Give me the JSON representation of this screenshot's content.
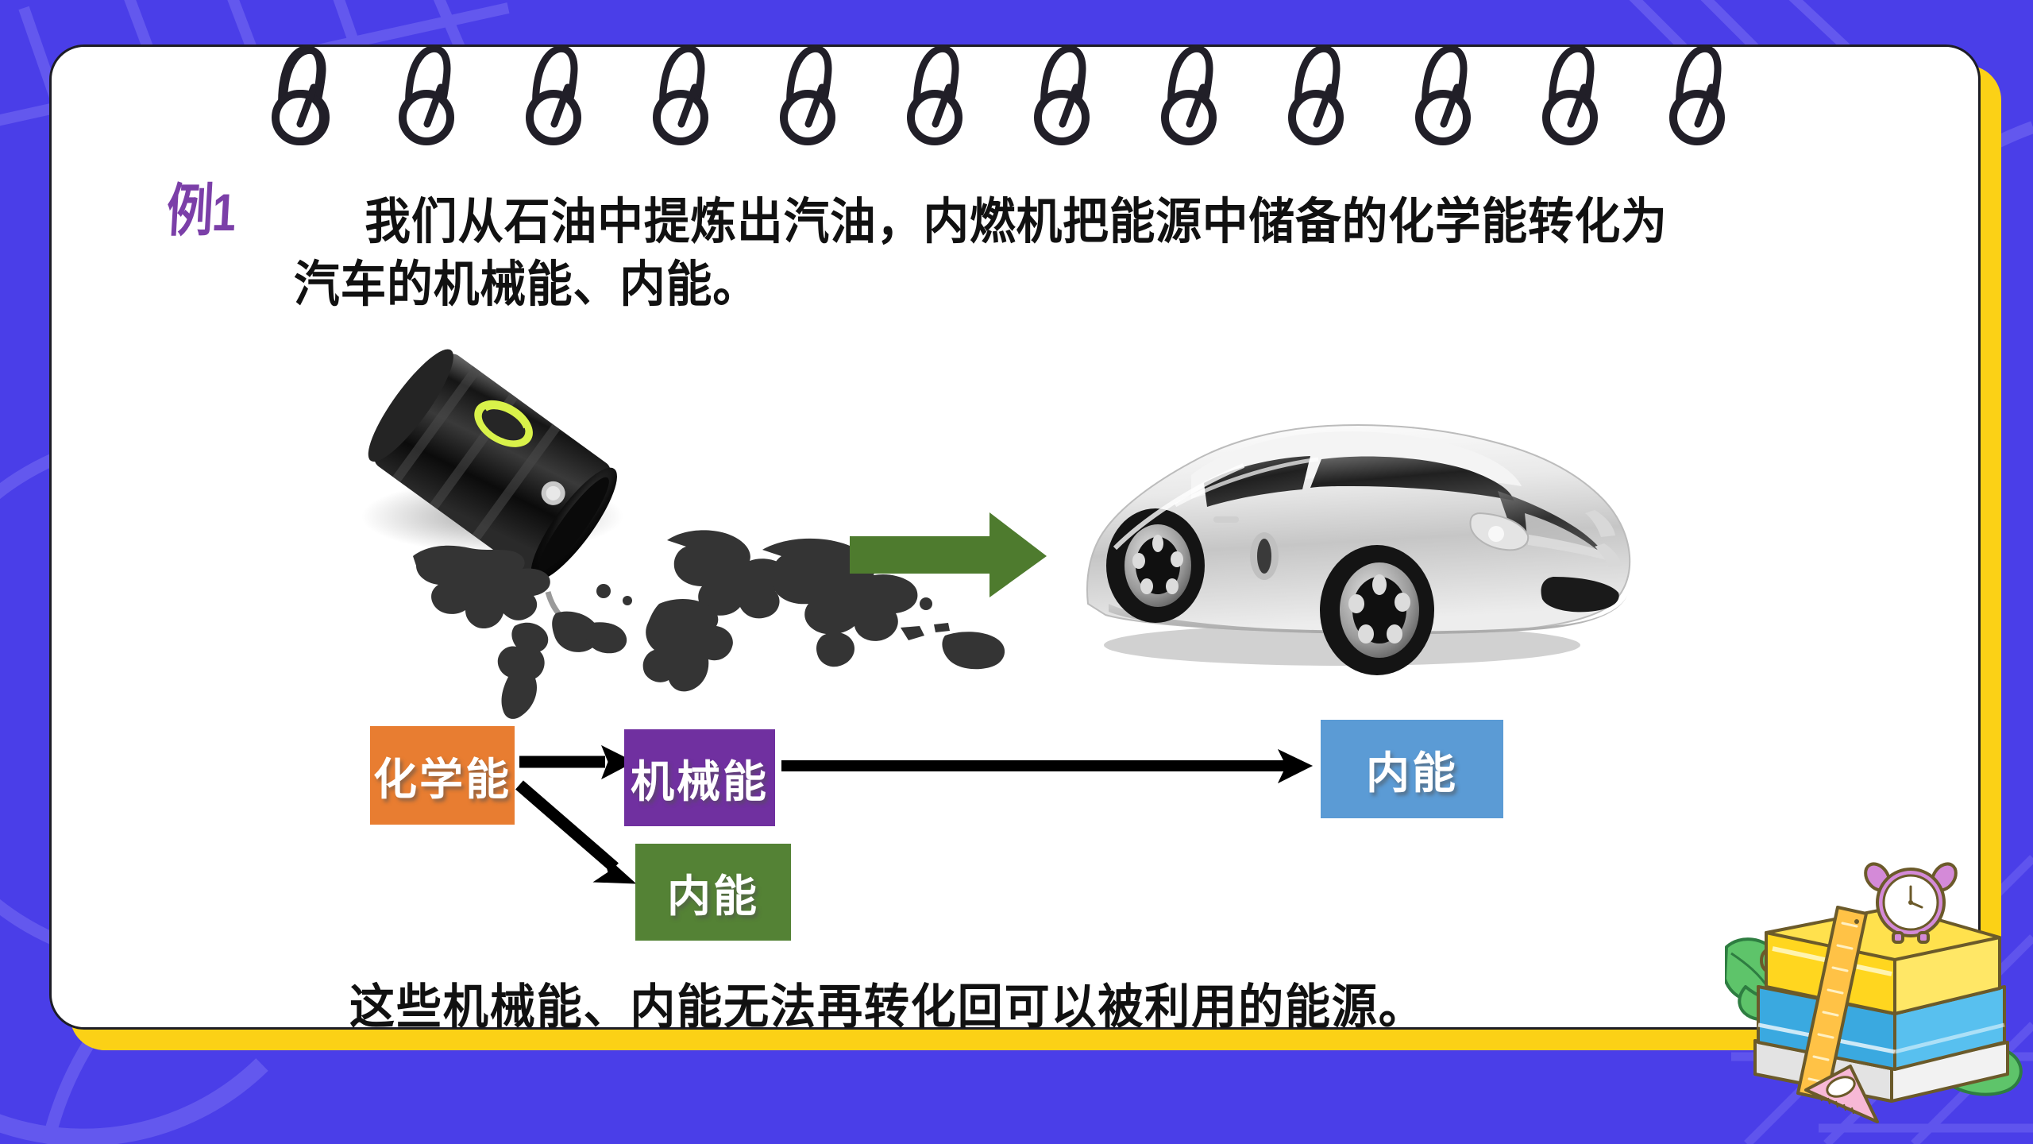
{
  "slide": {
    "background_color": "#4a3ee8",
    "background_accent_color": "#6358ee",
    "card_color": "#ffffff",
    "card_shadow_color": "#fbd116",
    "ring_count": 12
  },
  "header": {
    "example_label": "例",
    "example_number": "1"
  },
  "body": {
    "line1": "我们从石油中提炼出汽油，内燃机把能源中储备的",
    "line2": "化学能转化为汽车的机械能、内能。"
  },
  "illustration": {
    "oil_barrel_alt": "oil-barrel-icon",
    "oil_spill_alt": "world-map-oil-spill-icon",
    "arrow_color": "#4e7b2e",
    "arrow_alt": "green-right-arrow-icon",
    "car_alt": "silver-sports-car-icon"
  },
  "flow_diagram": {
    "boxes": [
      {
        "id": "chemical",
        "label": "化学能",
        "color": "#e87d31"
      },
      {
        "id": "mechanical",
        "label": "机械能",
        "color": "#7030a0"
      },
      {
        "id": "internal-1",
        "label": "内能",
        "color": "#5b9bd5"
      },
      {
        "id": "internal-2",
        "label": "内能",
        "color": "#548235"
      }
    ],
    "arrows": [
      {
        "from": "chemical",
        "to": "mechanical"
      },
      {
        "from": "chemical",
        "to": "internal-2"
      },
      {
        "from": "mechanical",
        "to": "internal-1"
      }
    ],
    "arrow_color": "#000000"
  },
  "footer": {
    "text": "这些机械能、内能无法再转化回可以被利用的能源。"
  },
  "decoration": {
    "books_alt": "stacked-books-icon",
    "clock_alt": "alarm-clock-icon",
    "ruler_alt": "ruler-icon",
    "triangle_ruler_alt": "triangle-ruler-icon",
    "leaves_alt": "leaves-icon",
    "book_top_color": "#ffe14d",
    "book_mid_color": "#58c0ef",
    "book_bottom_color": "#f2f2f2",
    "ruler_color": "#ffc246",
    "triangle_color": "#f7b8d6",
    "clock_color": "#d48ad8",
    "leaf_color": "#5ec46a"
  }
}
